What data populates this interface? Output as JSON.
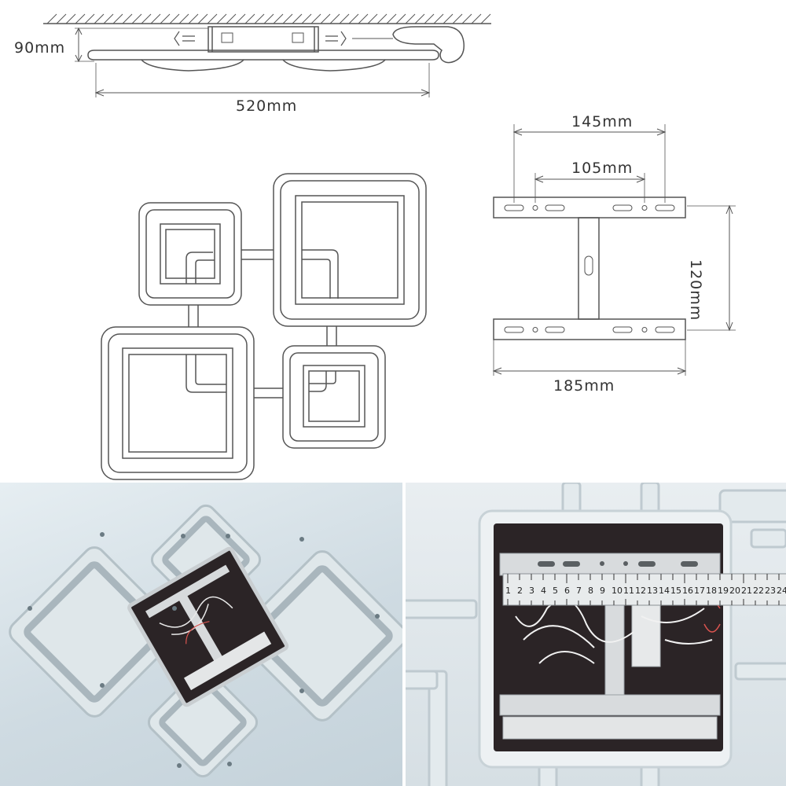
{
  "dimensions": {
    "height_side": "90mm",
    "width_side": "520mm",
    "bracket_top_outer": "145mm",
    "bracket_top_inner": "105mm",
    "bracket_height": "120mm",
    "bracket_bottom": "185mm"
  },
  "ruler": {
    "numbers": [
      "1",
      "2",
      "3",
      "4",
      "5",
      "6",
      "7",
      "8",
      "9",
      "10",
      "11",
      "12",
      "13",
      "14",
      "15",
      "16",
      "17",
      "18",
      "19",
      "20",
      "21",
      "22",
      "23",
      "24"
    ]
  },
  "colors": {
    "line": "#555555",
    "box_dark": "#2b2426",
    "acrylic": "#dfe7ea",
    "frame": "#b9c5cb",
    "metal": "#d7dadc"
  }
}
